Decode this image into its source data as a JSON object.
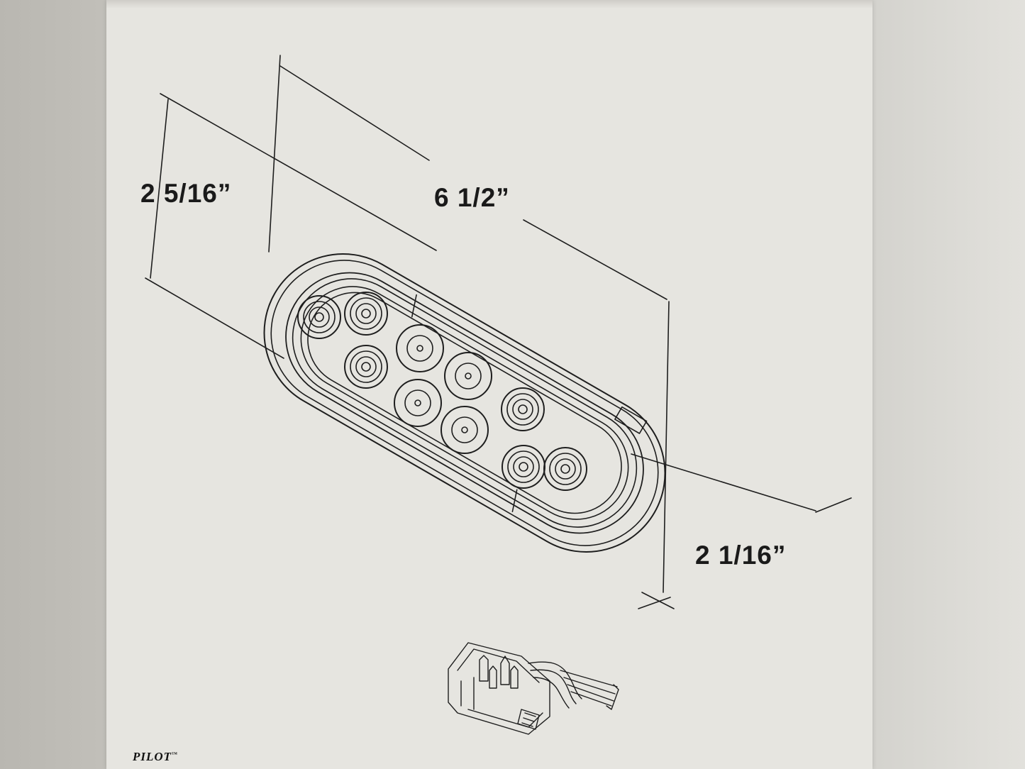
{
  "dimensions": {
    "height_label": "2 5/16”",
    "length_label": "6 1/2”",
    "depth_label": "2 1/16”"
  },
  "brand": {
    "name": "PILOT",
    "mark": "™"
  },
  "colors": {
    "card": "#e6e5e0",
    "line": "#1e1e1e",
    "background": "#c9c7c2"
  }
}
